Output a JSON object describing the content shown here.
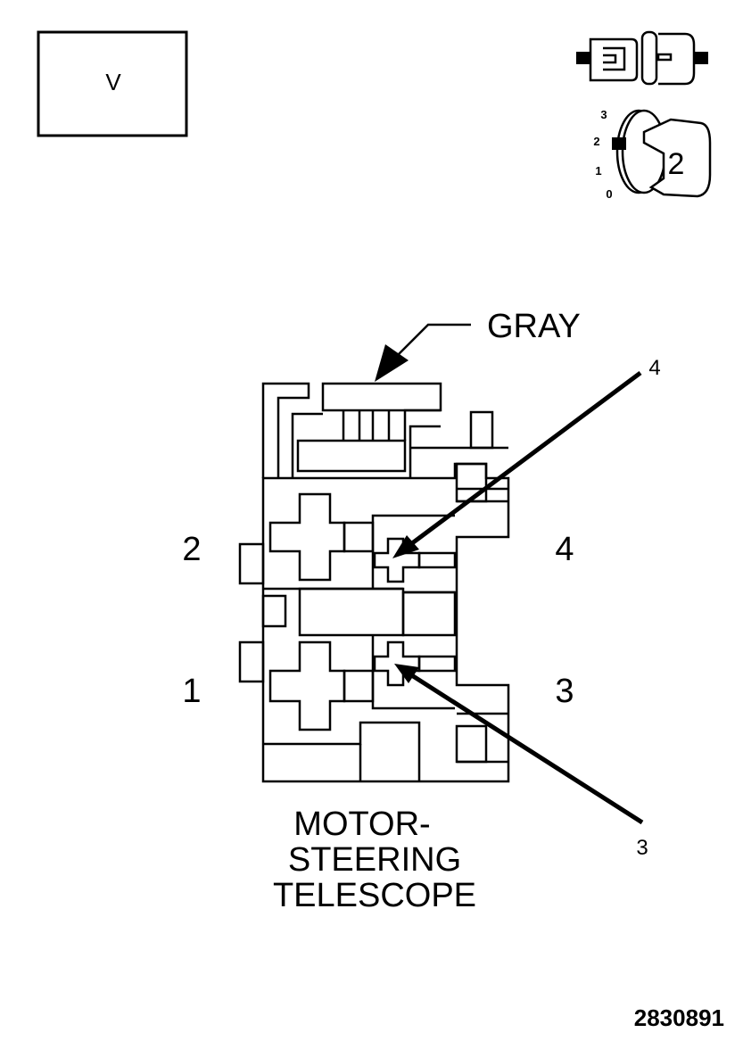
{
  "view_box_label": "V",
  "keyed_connector": {
    "position_ticks": [
      "3",
      "2",
      "1",
      "0"
    ],
    "key_number": "2"
  },
  "callouts": {
    "color": "GRAY",
    "terminal_4": "4",
    "terminal_3": "3"
  },
  "pin_labels": {
    "pin_2": "2",
    "pin_4": "4",
    "pin_1": "1",
    "pin_3": "3"
  },
  "component_name": {
    "line1": "MOTOR-",
    "line2": "STEERING",
    "line3": "TELESCOPE"
  },
  "figure_id": "2830891"
}
